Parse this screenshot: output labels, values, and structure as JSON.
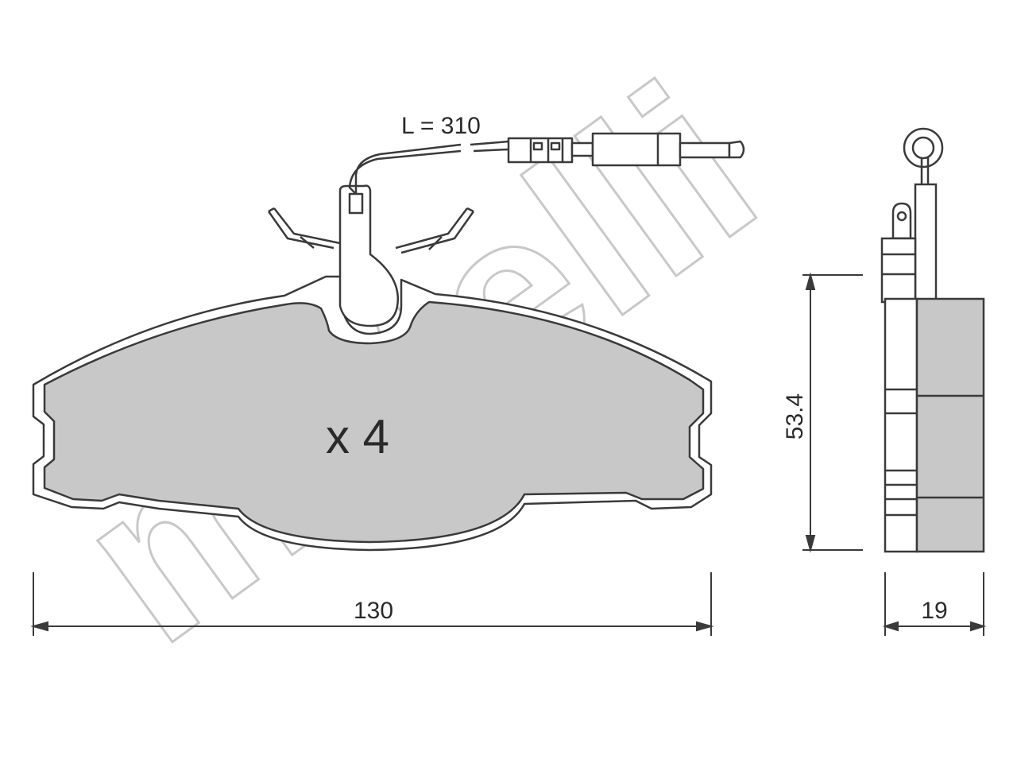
{
  "watermark": {
    "text": "metelli"
  },
  "front_view": {
    "quantity_label": "x 4",
    "width_dimension": "130"
  },
  "wear_sensor": {
    "cable_length_label": "L = 310"
  },
  "side_view": {
    "height_dimension": "53.4",
    "thickness_dimension": "19"
  },
  "colors": {
    "pad_fill": "#c8c8c8",
    "outline": "#3a3a3a",
    "watermark": "#c8c8c8"
  }
}
